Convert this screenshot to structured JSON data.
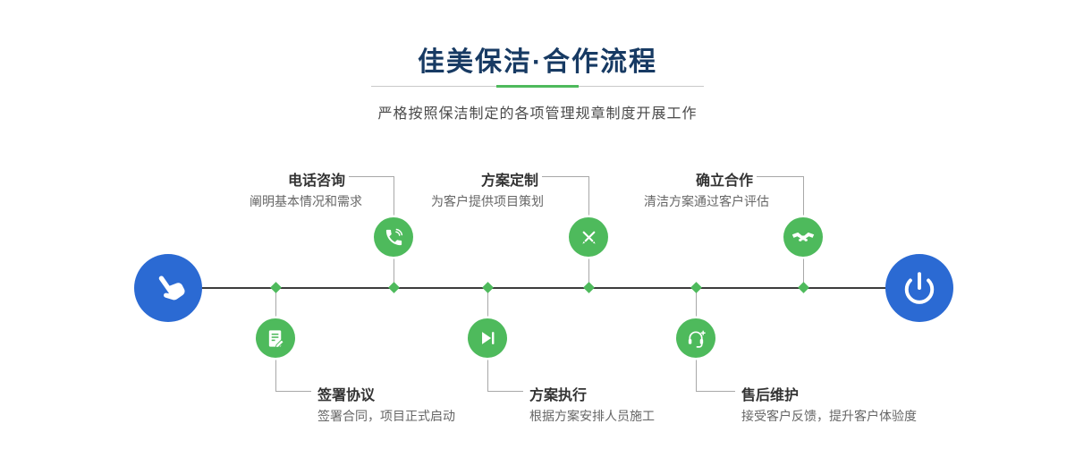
{
  "page": {
    "title": "佳美保洁·合作流程",
    "subtitle": "严格按照保洁制定的各项管理规章制度开展工作"
  },
  "colors": {
    "title_navy": "#173a63",
    "accent_green": "#4eba5c",
    "node_blue": "#2b6ad3",
    "line_dark": "#3c3c3c",
    "connector_gray": "#a8a8a8"
  },
  "timeline": {
    "start": {
      "icon": "hand-pointer-icon"
    },
    "end": {
      "icon": "power-icon"
    },
    "steps_top": [
      {
        "title": "电话咨询",
        "desc": "阐明基本情况和需求",
        "icon": "phone-icon"
      },
      {
        "title": "方案定制",
        "desc": "为客户提供项目策划",
        "icon": "pencil-ruler-icon"
      },
      {
        "title": "确立合作",
        "desc": "清洁方案通过客户评估",
        "icon": "handshake-icon"
      }
    ],
    "steps_bottom": [
      {
        "title": "签署协议",
        "desc": "签署合同，项目正式启动",
        "icon": "contract-icon"
      },
      {
        "title": "方案执行",
        "desc": "根据方案安排人员施工",
        "icon": "play-icon"
      },
      {
        "title": "售后维护",
        "desc": "接受客户反馈，提升客户体验度",
        "icon": "headset-icon"
      }
    ]
  }
}
